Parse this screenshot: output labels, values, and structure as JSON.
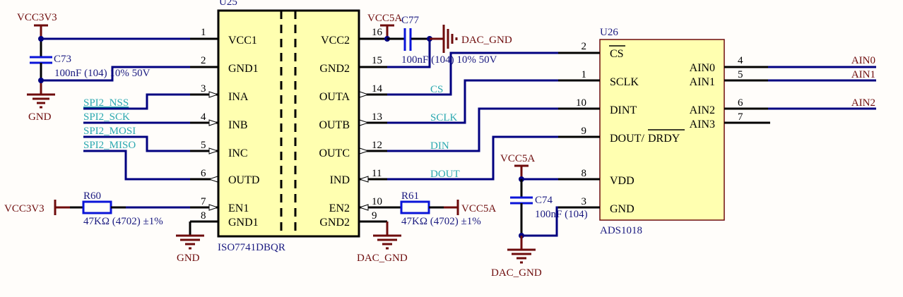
{
  "u25": {
    "ref": "U25",
    "part": "ISO7741DBQR",
    "left_pins": [
      {
        "num": "1",
        "name": "VCC1"
      },
      {
        "num": "2",
        "name": "GND1"
      },
      {
        "num": "3",
        "name": "INA"
      },
      {
        "num": "4",
        "name": "INB"
      },
      {
        "num": "5",
        "name": "INC"
      },
      {
        "num": "6",
        "name": "OUTD"
      },
      {
        "num": "7",
        "name": "EN1"
      },
      {
        "num": "8",
        "name": "GND1"
      }
    ],
    "right_pins": [
      {
        "num": "16",
        "name": "VCC2"
      },
      {
        "num": "15",
        "name": "GND2"
      },
      {
        "num": "14",
        "name": "OUTA"
      },
      {
        "num": "13",
        "name": "OUTB"
      },
      {
        "num": "12",
        "name": "OUTC"
      },
      {
        "num": "11",
        "name": "IND"
      },
      {
        "num": "10",
        "name": "EN2"
      },
      {
        "num": "9",
        "name": "GND2"
      }
    ]
  },
  "u26": {
    "ref": "U26",
    "part": "ADS1018",
    "left_pins": [
      {
        "num": "2",
        "name": "CS"
      },
      {
        "num": "1",
        "name": "SCLK"
      },
      {
        "num": "10",
        "name": "DINT"
      },
      {
        "num": "9",
        "name": "DOUT/"
      },
      {
        "num": "8",
        "name": "VDD"
      },
      {
        "num": "3",
        "name": "GND"
      }
    ],
    "drdy": "DRDY",
    "right_pins": [
      {
        "num": "4",
        "name": "AIN0"
      },
      {
        "num": "5",
        "name": "AIN1"
      },
      {
        "num": "6",
        "name": "AIN2"
      },
      {
        "num": "7",
        "name": "AIN3"
      }
    ]
  },
  "components": {
    "c73": {
      "ref": "C73",
      "value": "100nF (104) 10% 50V"
    },
    "c77": {
      "ref": "C77",
      "value": "100nF (104) 10% 50V"
    },
    "c74": {
      "ref": "C74",
      "value": "100nF (104)"
    },
    "r60": {
      "ref": "R60",
      "value": "47KΩ (4702) ±1%"
    },
    "r61": {
      "ref": "R61",
      "value": "47KΩ (4702) ±1%"
    }
  },
  "power": {
    "vcc3v3_top": "VCC3V3",
    "vcc3v3_left": "VCC3V3",
    "gnd_c73": "GND",
    "gnd_u25": "GND",
    "vcc5a_top": "VCC5A",
    "vcc5a_r61": "VCC5A",
    "vcc5a_c74": "VCC5A",
    "dac_gnd_c77": "DAC_GND",
    "dac_gnd_u25": "DAC_GND",
    "dac_gnd_c74": "DAC_GND"
  },
  "nets": {
    "spi_nss": "SPI2_NSS",
    "spi_sck": "SPI2_SCK",
    "spi_mosi": "SPI2_MOSI",
    "spi_miso": "SPI2_MISO",
    "cs": "CS",
    "sclk": "SCLK",
    "din": "DIN",
    "dout": "DOUT",
    "ain0": "AIN0",
    "ain1": "AIN1",
    "ain2": "AIN2"
  },
  "colors": {
    "wire": "#000080",
    "power": "#6e0c0c",
    "net_label": "#2aa8b0",
    "ic_fill": "#ffffb0"
  }
}
